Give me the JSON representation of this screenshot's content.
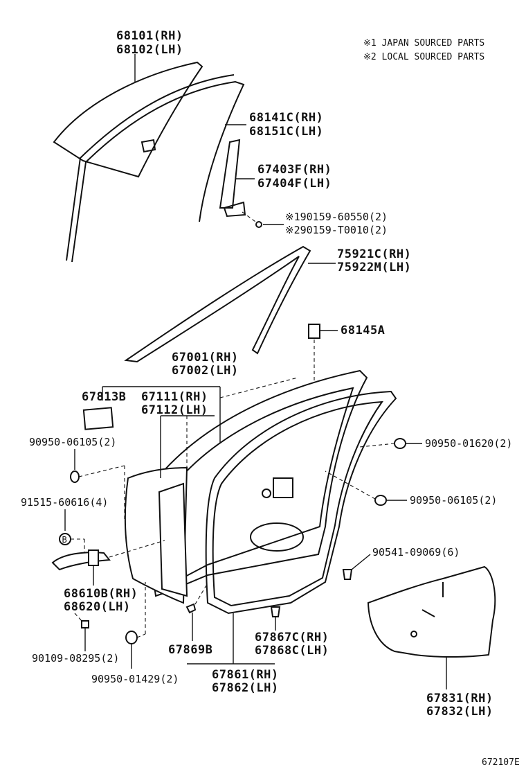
{
  "notes": {
    "n1": "※1  JAPAN SOURCED PARTS",
    "n2": "※2  LOCAL SOURCED PARTS"
  },
  "labels": {
    "p68101": "68101(RH)",
    "p68102": "68102(LH)",
    "p68141c": "68141C(RH)",
    "p68151c": "68151C(LH)",
    "p67403f": "67403F(RH)",
    "p67404f": "67404F(LH)",
    "p90159a": "※190159-60550(2)",
    "p90159b": "※290159-T0010(2)",
    "p75921c": "75921C(RH)",
    "p75922m": "75922M(LH)",
    "p68145a": "68145A",
    "p67001": "67001(RH)",
    "p67002": "67002(LH)",
    "p67813b": "67813B",
    "p67111": "67111(RH)",
    "p67112": "67112(LH)",
    "p9095006105l": "90950-06105(2)",
    "p9095001620": "90950-01620(2)",
    "p9095006105r": "90950-06105(2)",
    "p91515": "91515-60616(4)",
    "p90541": "90541-09069(6)",
    "p68610b": "68610B(RH)",
    "p68620": "68620(LH)",
    "p67869b": "67869B",
    "p67867c": "67867C(RH)",
    "p67868c": "67868C(LH)",
    "p90109": "90109-08295(2)",
    "p9095001429": "90950-01429(2)",
    "p67861": "67861(RH)",
    "p67862": "67862(LH)",
    "p67831": "67831(RH)",
    "p67832": "67832(LH)"
  },
  "callout_symbol": "B",
  "diagram_id": "672107E"
}
